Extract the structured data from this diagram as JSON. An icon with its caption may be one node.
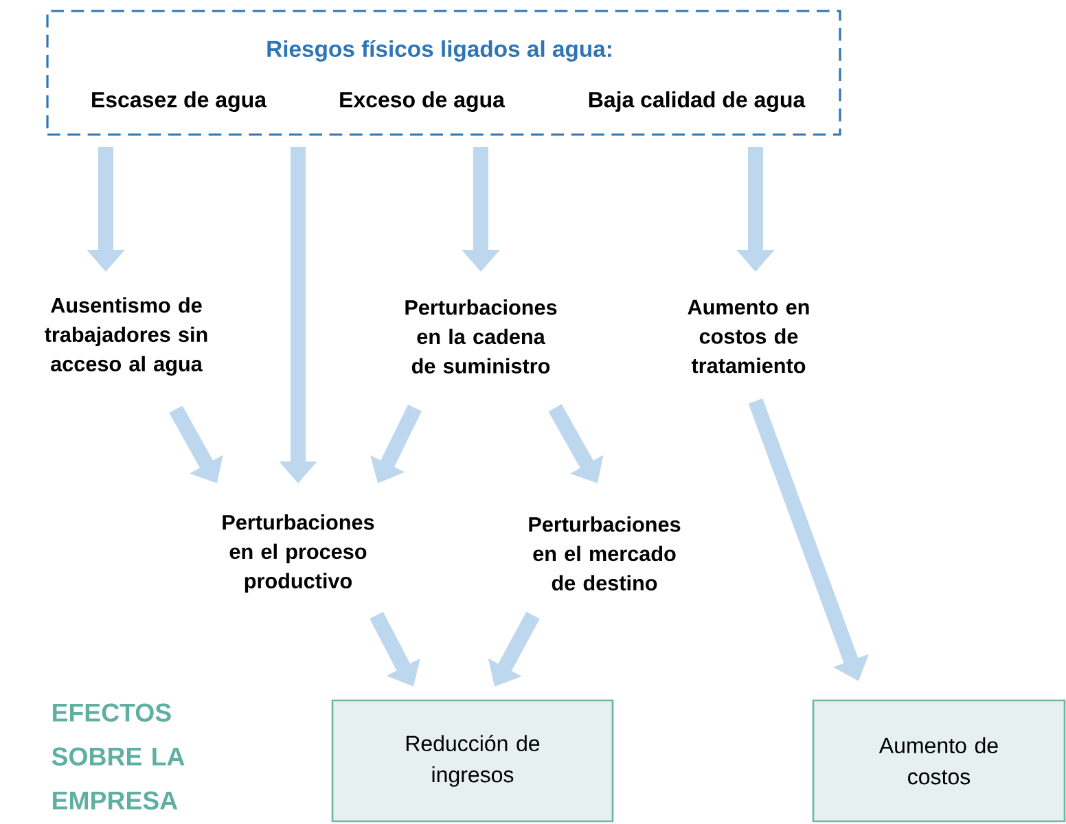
{
  "diagram": {
    "nodes": [
      {
        "text": [
          "Riesgos físicos ligados al agua:"
        ]
      },
      {
        "text": [
          "Escasez de agua"
        ],
        "in": 0
      },
      {
        "text": [
          "Exceso de agua"
        ],
        "in": 0
      },
      {
        "text": [
          "Baja calidad de agua"
        ],
        "in": 0
      },
      {
        "text": [
          "Ausentismo de trabajadores sin acceso al agua"
        ]
      },
      {
        "text": [
          "Perturbaciones en la cadena de suministro"
        ]
      },
      {
        "text": [
          "Aumento en costos de tratamiento"
        ]
      },
      {
        "text": [
          "Perturbaciones en el proceso productivo"
        ]
      },
      {
        "text": [
          "Perturbaciones en el mercado de destino"
        ]
      },
      {
        "text": [
          "Reducción de ingresos"
        ]
      },
      {
        "text": [
          "Aumento de costos"
        ]
      }
    ],
    "edges": [
      {
        "from": 1,
        "to": 4,
        "arrow": "to"
      },
      {
        "from": 1,
        "to": 7,
        "arrow": "to"
      },
      {
        "from": 2,
        "to": 5,
        "arrow": "to"
      },
      {
        "from": 3,
        "to": 6,
        "arrow": "to"
      },
      {
        "from": 4,
        "to": 7,
        "arrow": "to"
      },
      {
        "from": 5,
        "to": 7,
        "arrow": "to"
      },
      {
        "from": 5,
        "to": 8,
        "arrow": "to"
      },
      {
        "from": 7,
        "to": 9,
        "arrow": "to"
      },
      {
        "from": 8,
        "to": 9,
        "arrow": "to"
      },
      {
        "from": 6,
        "to": 10,
        "arrow": "to"
      }
    ],
    "labels": [
      "EFECTOS SOBRE LA EMPRESA"
    ]
  }
}
